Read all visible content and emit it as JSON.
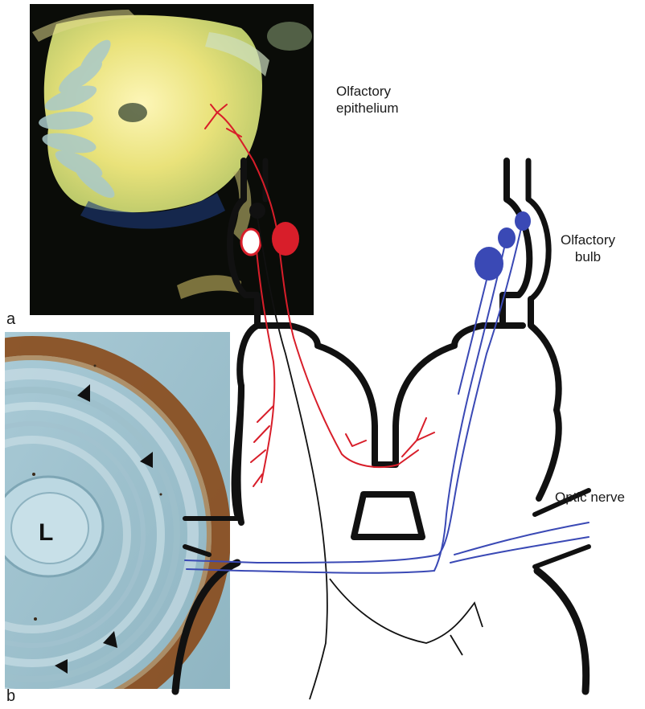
{
  "panels": {
    "a": {
      "letter": "a"
    },
    "b": {
      "letter": "b",
      "lens_label": "L"
    }
  },
  "labels": {
    "olfactory_epithelium": [
      "Olfactory",
      "epithelium"
    ],
    "olfactory_bulb": [
      "Olfactory",
      "bulb"
    ],
    "optic_nerve": "Optic nerve"
  },
  "colors": {
    "outline": "#111111",
    "terminal_nerve": "#d81e2a",
    "olfactoretinal": "#3a49b5",
    "retina_pigment": "#8a4a1a",
    "photo_background": "#0a0c08"
  }
}
